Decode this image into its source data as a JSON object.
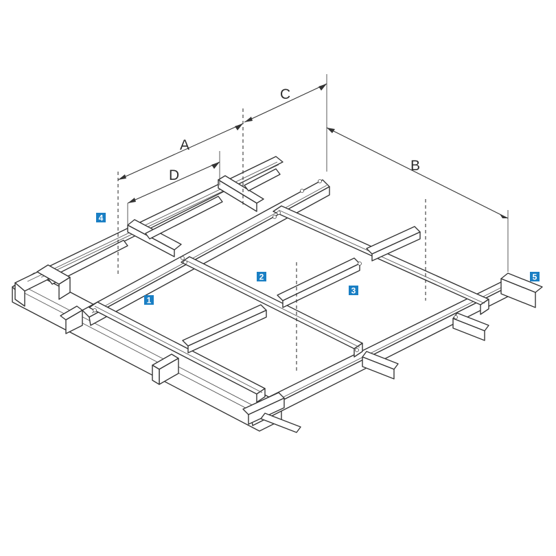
{
  "dimensions": {
    "a": "A",
    "b": "B",
    "c": "C",
    "d": "D"
  },
  "callouts": [
    {
      "label": "1"
    },
    {
      "label": "2"
    },
    {
      "label": "3"
    },
    {
      "label": "4"
    },
    {
      "label": "5"
    }
  ],
  "colors": {
    "badge": "#1a7fc4",
    "line": "#333333"
  }
}
